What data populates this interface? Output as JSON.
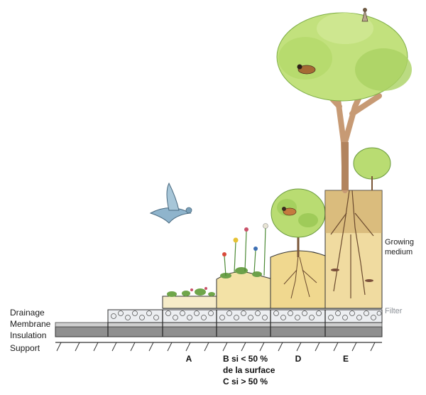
{
  "layers": {
    "drainage": "Drainage",
    "membrane": "Membrane",
    "insulation": "Insulation",
    "support": "Support",
    "filter": "Filter",
    "growing_medium_line1": "Growing",
    "growing_medium_line2": "medium"
  },
  "sections": {
    "a": "A",
    "b_line1": "B si < 50 %",
    "b_line2": "de la surface",
    "c_line": "C si > 50 %",
    "d": "D",
    "e": "E"
  },
  "colors": {
    "soil_light": "#f1dc9a",
    "soil_dark": "#c9a261",
    "gravel": "#e6e8ec",
    "support": "#9a9a9a",
    "foliage": "#b9dc72",
    "foliage_dark": "#8dbf4a",
    "trunk": "#c79a74",
    "bird_blue": "#8fb4cc"
  }
}
